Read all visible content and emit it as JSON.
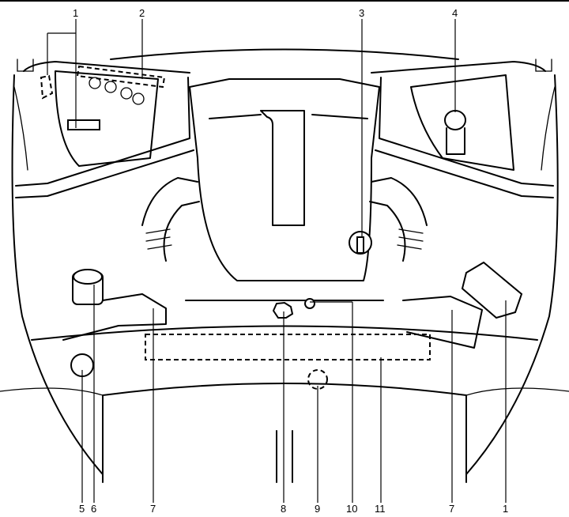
{
  "callouts": [
    "1",
    "2",
    "3",
    "4",
    "5",
    "6",
    "7",
    "8",
    "9",
    "10",
    "11",
    "7",
    "1"
  ]
}
